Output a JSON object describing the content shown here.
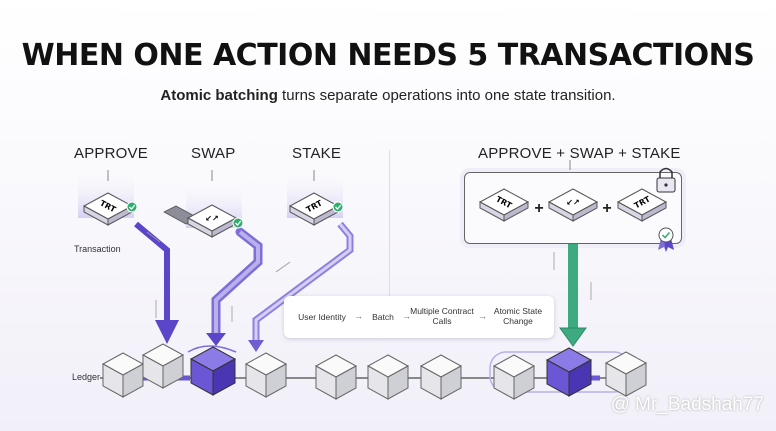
{
  "title": "WHEN ONE ACTION NEEDS 5 TRANSACTIONS",
  "subtitle_bold": "Atomic batching",
  "subtitle_rest": " turns separate operations into one state transition.",
  "columns": {
    "approve": "APPROVE",
    "swap": "SWAP",
    "stake": "STAKE",
    "batched": "APPROVE + SWAP + STAKE"
  },
  "labels": {
    "transaction": "Transaction",
    "ledger": "Ledger"
  },
  "chips": {
    "trt": "TRT",
    "swap_glyph": "↙↗",
    "plus": "+"
  },
  "flow": {
    "user_identity": "User Identity",
    "batch": "Batch",
    "multiple_contract_calls_1": "Multiple Contract",
    "multiple_contract_calls_2": "Calls",
    "atomic_state_change_1": "Atomic State",
    "atomic_state_change_2": "Change",
    "arrow": "→"
  },
  "watermark": "@ Mr_Badshah77",
  "colors": {
    "accent_purple": "#5b45c9",
    "light_purple": "#b8b0ea",
    "accent_green": "#3daa80",
    "check_green": "#2fae6d"
  }
}
